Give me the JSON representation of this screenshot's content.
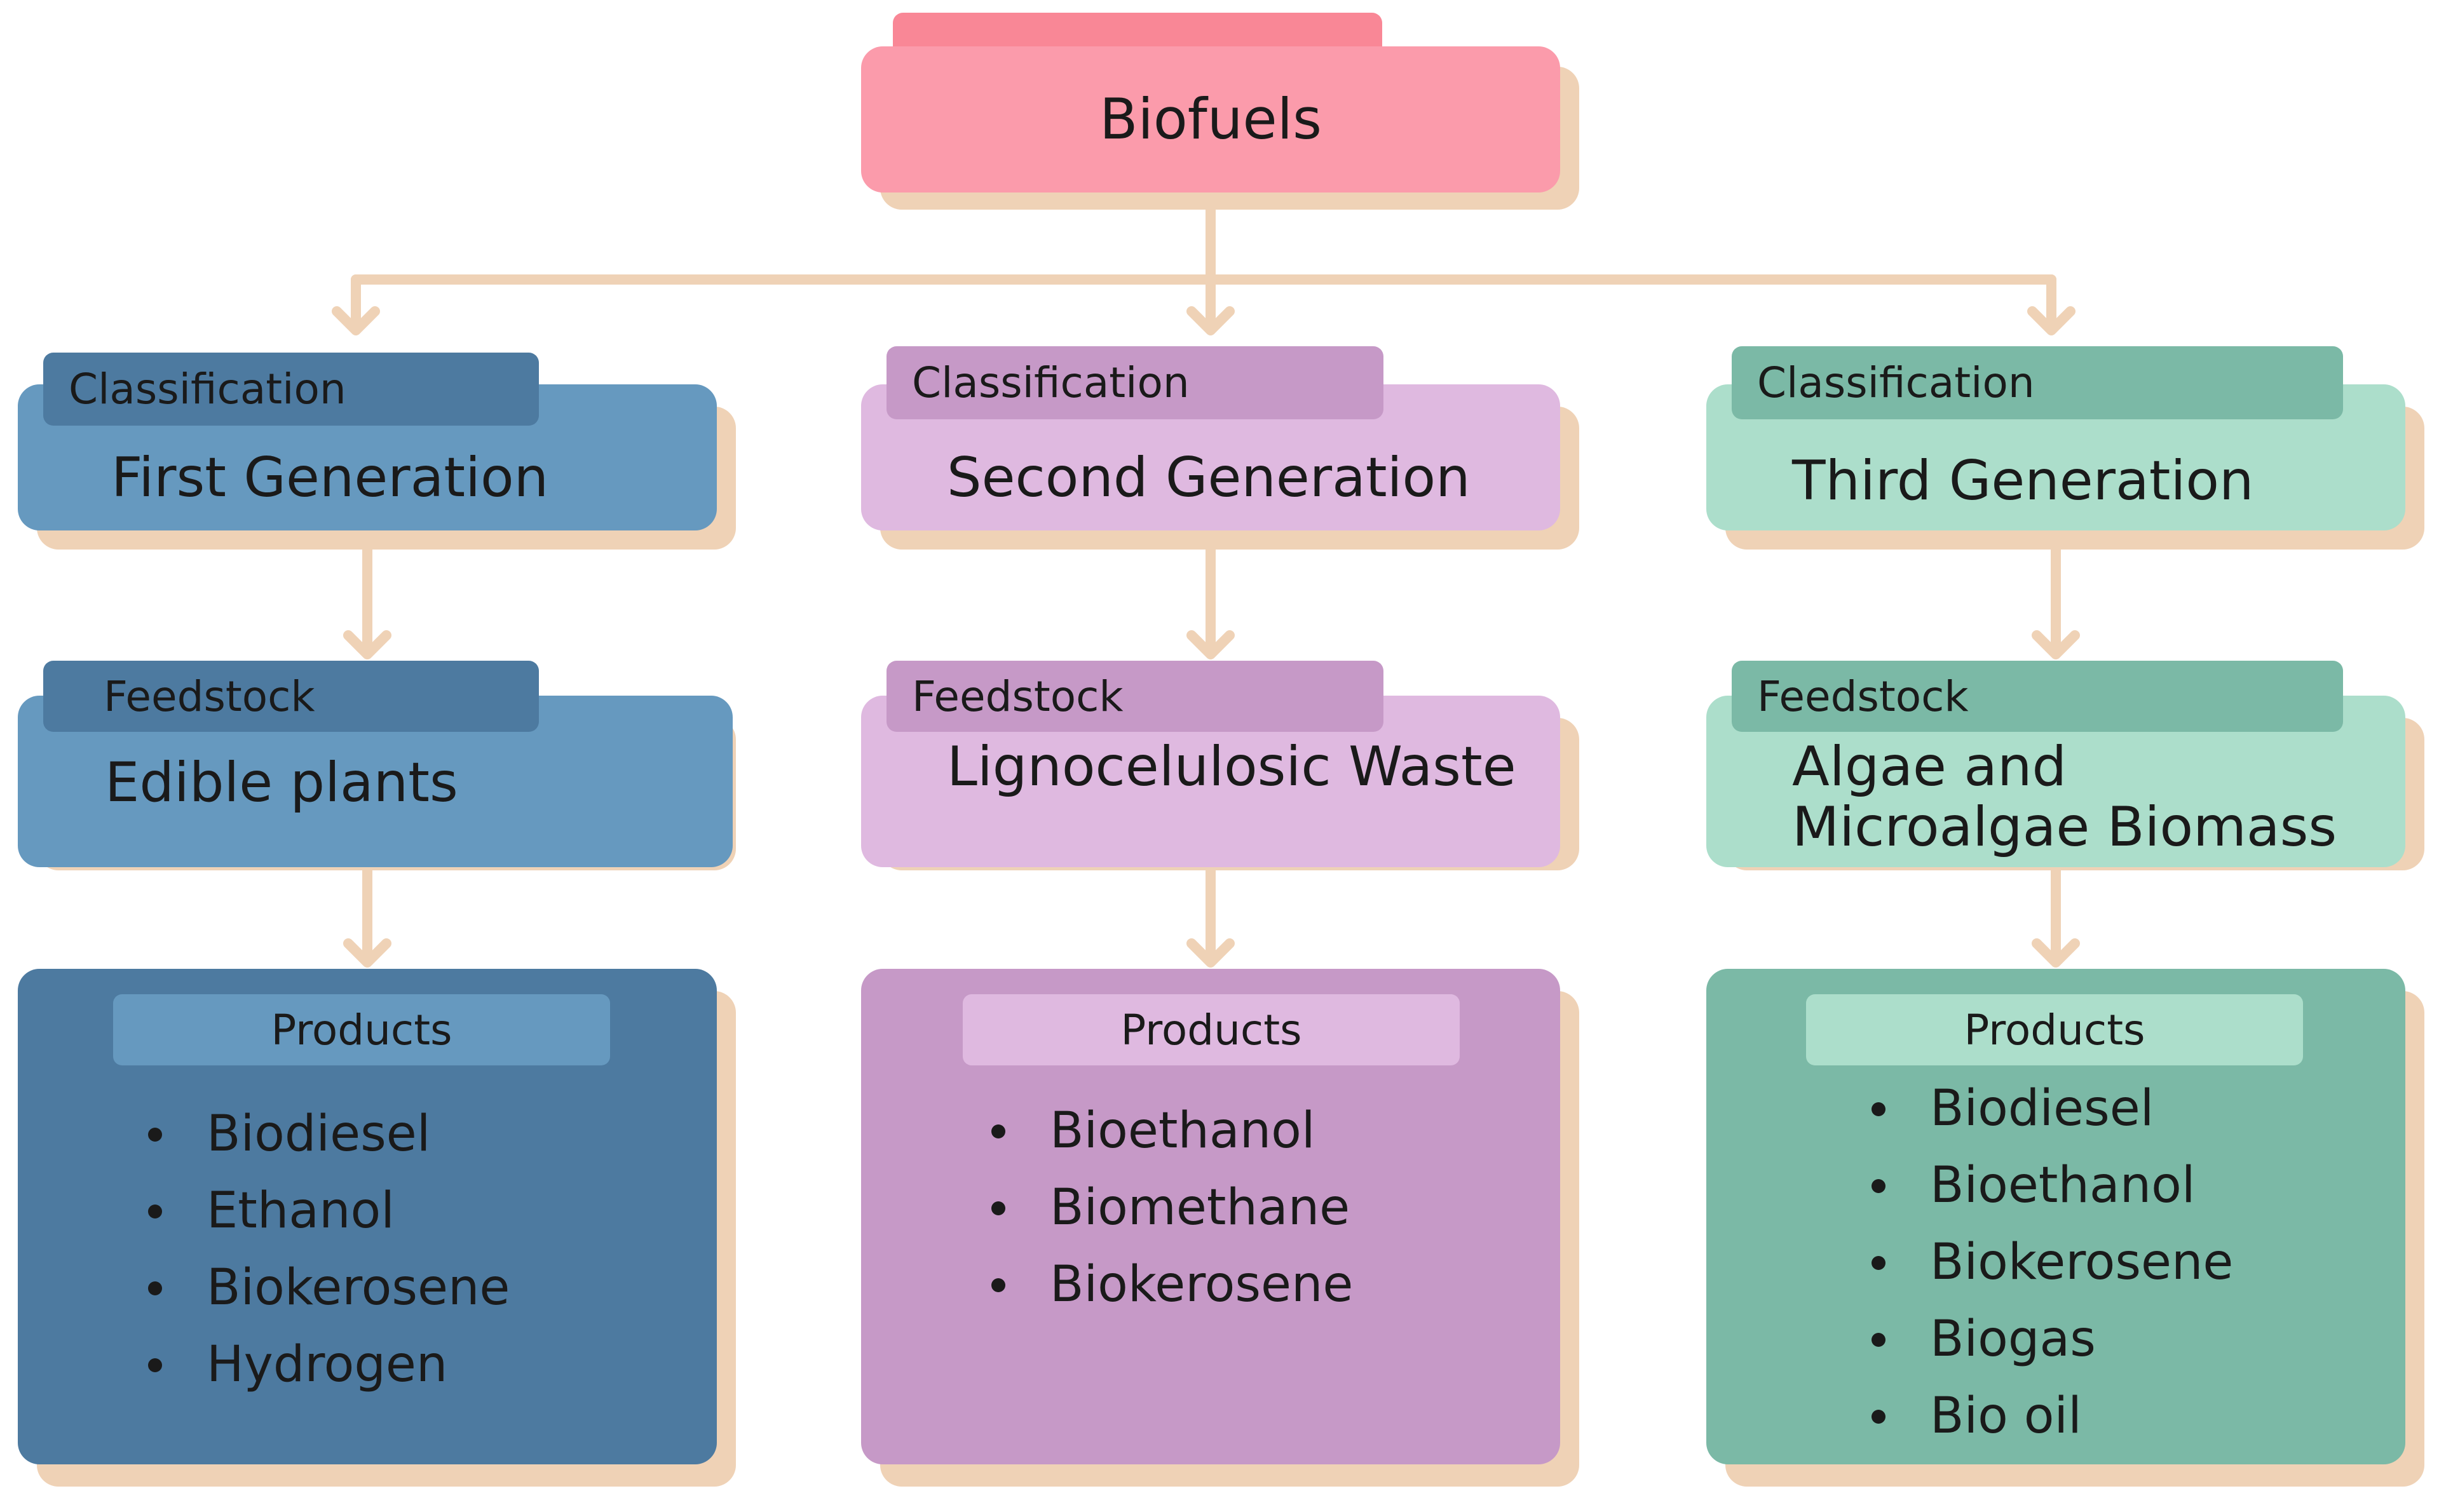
{
  "colors": {
    "connector": "#efd2b6",
    "root_bg": "#fb9bab",
    "root_tab": "#f98796",
    "blue_light": "#6699bf",
    "blue_dark": "#4d7aa0",
    "purple_light": "#dfb9e0",
    "purple_dark": "#c699c7",
    "green_light": "#acdecb",
    "green_dark": "#7bb9a6"
  },
  "root": {
    "title": "Biofuels"
  },
  "columns": [
    {
      "classification_label": "Classification",
      "classification": "First Generation",
      "feedstock_label": "Feedstock",
      "feedstock": "Edible plants",
      "products_label": "Products",
      "products": [
        "Biodiesel",
        "Ethanol",
        "Biokerosene",
        "Hydrogen"
      ]
    },
    {
      "classification_label": "Classification",
      "classification": "Second Generation",
      "feedstock_label": "Feedstock",
      "feedstock": "Lignocelulosic Waste",
      "products_label": "Products",
      "products": [
        "Bioethanol",
        "Biomethane",
        "Biokerosene"
      ]
    },
    {
      "classification_label": "Classification",
      "classification": "Third Generation",
      "feedstock_label": "Feedstock",
      "feedstock_line1": "Algae and",
      "feedstock_line2": "Microalgae Biomass",
      "products_label": "Products",
      "products": [
        "Biodiesel",
        "Bioethanol",
        "Biokerosene",
        "Biogas",
        "Bio oil"
      ]
    }
  ]
}
